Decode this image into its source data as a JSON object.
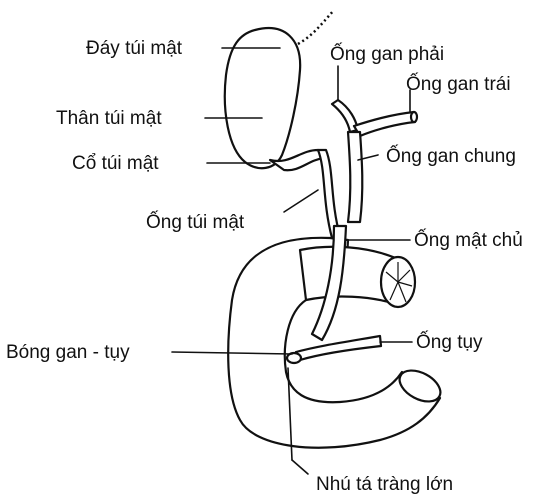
{
  "labels": {
    "fundus": "Đáy túi mật",
    "body": "Thân túi mật",
    "neck": "Cổ túi mật",
    "cystic_duct": "Ống túi mật",
    "right_hepatic": "Ống gan phải",
    "left_hepatic": "Ống gan trái",
    "common_hepatic": "Ống gan chung",
    "common_bile": "Ống mật chủ",
    "pancreatic_duct": "Ống tụy",
    "ampulla": "Bóng gan - tụy",
    "major_papilla": "Nhú tá tràng lớn"
  },
  "colors": {
    "ink": "#111111",
    "background": "#ffffff"
  }
}
